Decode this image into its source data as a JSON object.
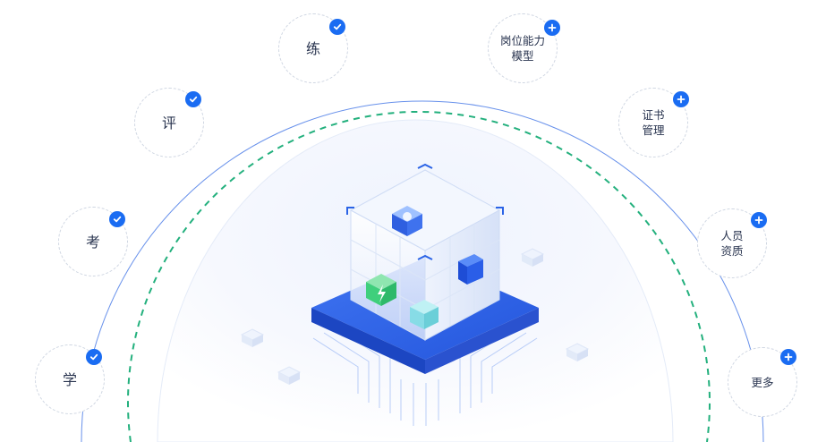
{
  "capabilities": {
    "unlocked": [
      {
        "key": "learn",
        "label": "学",
        "status": "check"
      },
      {
        "key": "exam",
        "label": "考",
        "status": "check"
      },
      {
        "key": "evaluate",
        "label": "评",
        "status": "check"
      },
      {
        "key": "practice",
        "label": "练",
        "status": "check"
      }
    ],
    "locked": [
      {
        "key": "capability-model",
        "label": "岗位能力\n模型",
        "status": "plus"
      },
      {
        "key": "certificate",
        "label": "证书\n管理",
        "status": "plus"
      },
      {
        "key": "personnel",
        "label": "人员\n资质",
        "status": "plus"
      },
      {
        "key": "more",
        "label": "更多",
        "status": "plus"
      }
    ]
  },
  "colors": {
    "accent": "#1a6cf2",
    "dashed_ring": "#23b07d",
    "outer_arc": "#4d7ee8",
    "node_border": "#cfd6e2",
    "text": "#2a3550"
  },
  "icons": {
    "check": "check-icon",
    "plus": "plus-icon"
  }
}
